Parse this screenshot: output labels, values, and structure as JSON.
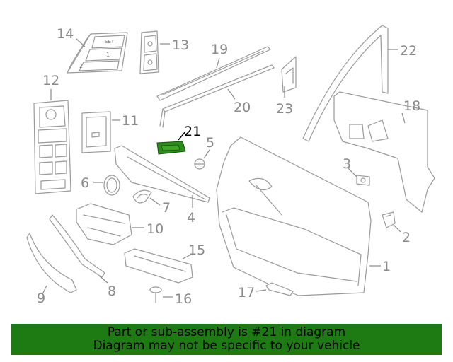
{
  "callouts": {
    "c1": "1",
    "c2": "2",
    "c3": "3",
    "c4": "4",
    "c5": "5",
    "c6": "6",
    "c7": "7",
    "c8": "8",
    "c9": "9",
    "c10": "10",
    "c11": "11",
    "c12": "12",
    "c13": "13",
    "c14": "14",
    "c15": "15",
    "c16": "16",
    "c17": "17",
    "c18": "18",
    "c19": "19",
    "c20": "20",
    "c21": "21",
    "c22": "22",
    "c23": "23"
  },
  "button_labels": {
    "set": "SET",
    "one": "1",
    "two": "2"
  },
  "highlighted_part": "21",
  "colors": {
    "highlight_part": "#2e8b1e",
    "banner_background": "#1e7a12",
    "line_art": "#9a9a9a"
  },
  "banner": {
    "line1": "Part or sub-assembly is #21 in diagram",
    "line2": "Diagram may not be specific to your vehicle"
  }
}
